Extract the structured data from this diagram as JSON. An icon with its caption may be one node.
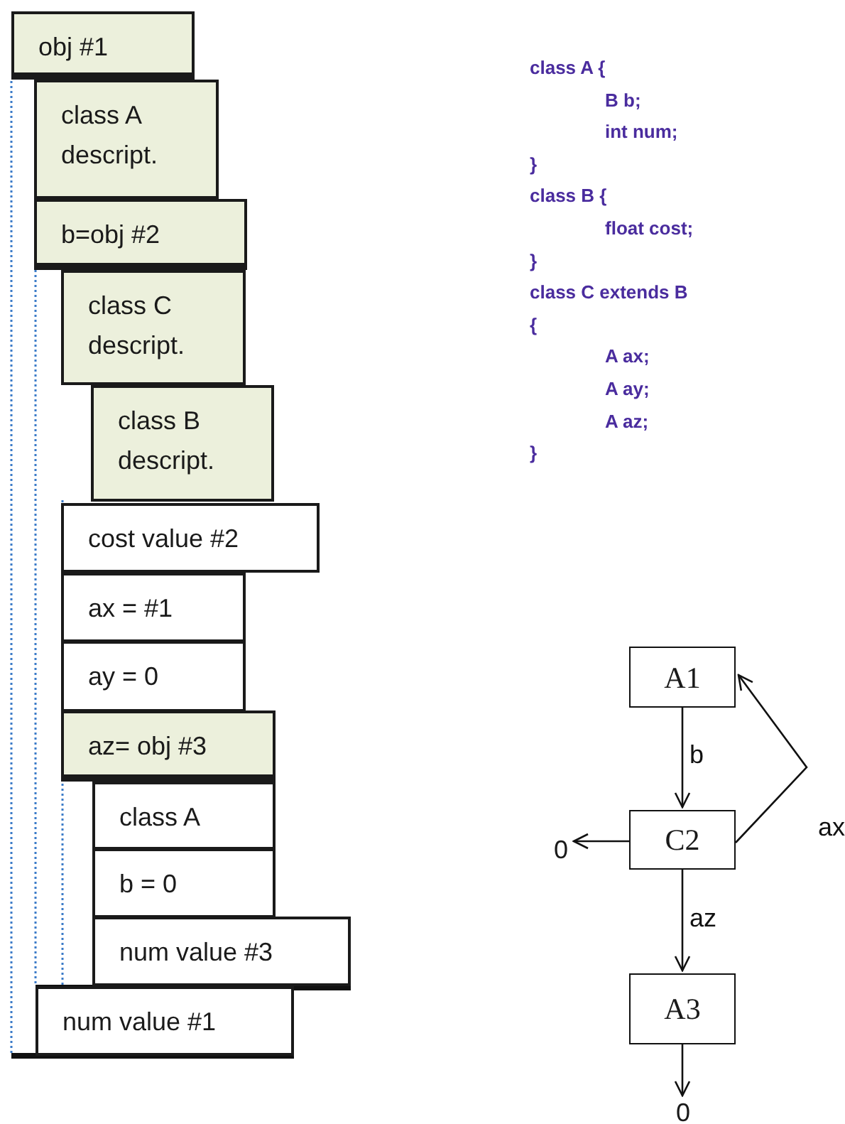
{
  "diagram": {
    "nodes": [
      {
        "text": [
          "obj #1"
        ]
      },
      {
        "text": [
          "class A descript."
        ]
      },
      {
        "text": [
          "b=obj #2"
        ]
      },
      {
        "text": [
          "class C descript."
        ]
      },
      {
        "text": [
          "class B descript."
        ]
      },
      {
        "text": [
          "cost value #2"
        ]
      },
      {
        "text": [
          "ax = #1"
        ]
      },
      {
        "text": [
          "ay = 0"
        ]
      },
      {
        "text": [
          "az= obj #3"
        ]
      },
      {
        "text": [
          "class A"
        ]
      },
      {
        "text": [
          "b = 0"
        ]
      },
      {
        "text": [
          "num value #3"
        ]
      },
      {
        "text": [
          "num value #1"
        ]
      },
      {
        "text": [
          "A1"
        ]
      },
      {
        "text": [
          "C2"
        ]
      },
      {
        "text": [
          "A3"
        ]
      },
      {
        "text": [
          "0"
        ]
      },
      {
        "text": [
          "0"
        ]
      }
    ],
    "edges": [
      {
        "from": 13,
        "to": 14,
        "arrow": "to",
        "label": "b"
      },
      {
        "from": 14,
        "to": 13,
        "arrow": "to",
        "label": "ax"
      },
      {
        "from": 14,
        "to": 16,
        "arrow": "to"
      },
      {
        "from": 14,
        "to": 15,
        "arrow": "to",
        "label": "az"
      },
      {
        "from": 15,
        "to": 17,
        "arrow": "to"
      }
    ],
    "labels": [
      "class A {",
      "B b;",
      "int num;",
      "}",
      "class B {",
      "float cost;",
      "}",
      "class C extends B",
      "{",
      "A ax;",
      "A ay;",
      "A az;",
      "}"
    ]
  }
}
